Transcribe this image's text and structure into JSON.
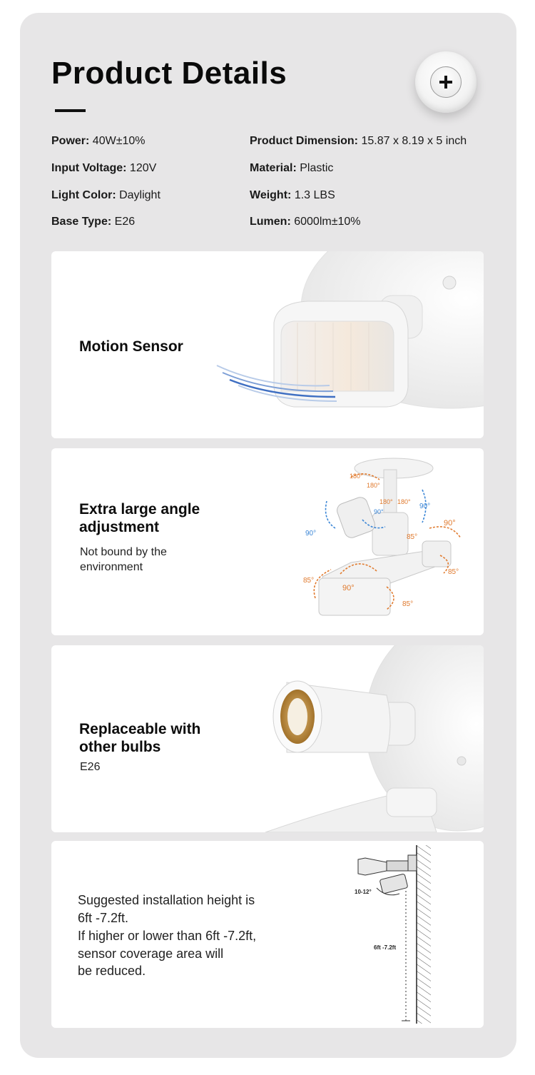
{
  "header": {
    "title": "Product Details",
    "expand_icon": "plus-circle-icon"
  },
  "specs": {
    "left": [
      {
        "label": "Power:",
        "value": "40W±10%"
      },
      {
        "label": "Input Voltage:",
        "value": "120V"
      },
      {
        "label": "Light Color:",
        "value": "Daylight"
      },
      {
        "label": "Base Type:",
        "value": "E26"
      }
    ],
    "right": [
      {
        "label": "Product Dimension:",
        "value": "15.87 x 8.19 x 5 inch"
      },
      {
        "label": "Material:",
        "value": "Plastic"
      },
      {
        "label": "Weight:",
        "value": "1.3 LBS"
      },
      {
        "label": "Lumen:",
        "value": "6000lm±10%"
      }
    ]
  },
  "cards": {
    "motion": {
      "title": "Motion Sensor"
    },
    "angle": {
      "title_line1": "Extra large angle",
      "title_line2": "adjustment",
      "sub_line1": "Not bound by the",
      "sub_line2": "environment",
      "angles": {
        "a180_1": "180°",
        "a180_2": "180°",
        "a180_3": "180°",
        "a180_4": "180°",
        "a90_top": "90°",
        "a90_left": "90°",
        "a90_right": "90°",
        "a90_orange": "90°",
        "a90_base": "90°",
        "a85_1": "85°",
        "a85_2": "85°",
        "a85_3": "85°",
        "a85_4": "85°"
      }
    },
    "bulb": {
      "title_line1": "Replaceable with",
      "title_line2": "other bulbs",
      "sub": "E26"
    },
    "install": {
      "line1": "Suggested installation height is",
      "line2": "6ft -7.2ft.",
      "line3": "If higher or lower than 6ft -7.2ft,",
      "line4": "sensor coverage area will",
      "line5": "be reduced.",
      "tilt_label": "10-12°",
      "height_label": "6ft -7.2ft"
    }
  },
  "colors": {
    "panel": "#e7e6e7",
    "card": "#ffffff",
    "orange_arrow": "#e07a2e",
    "blue_arrow": "#3b86d6"
  }
}
